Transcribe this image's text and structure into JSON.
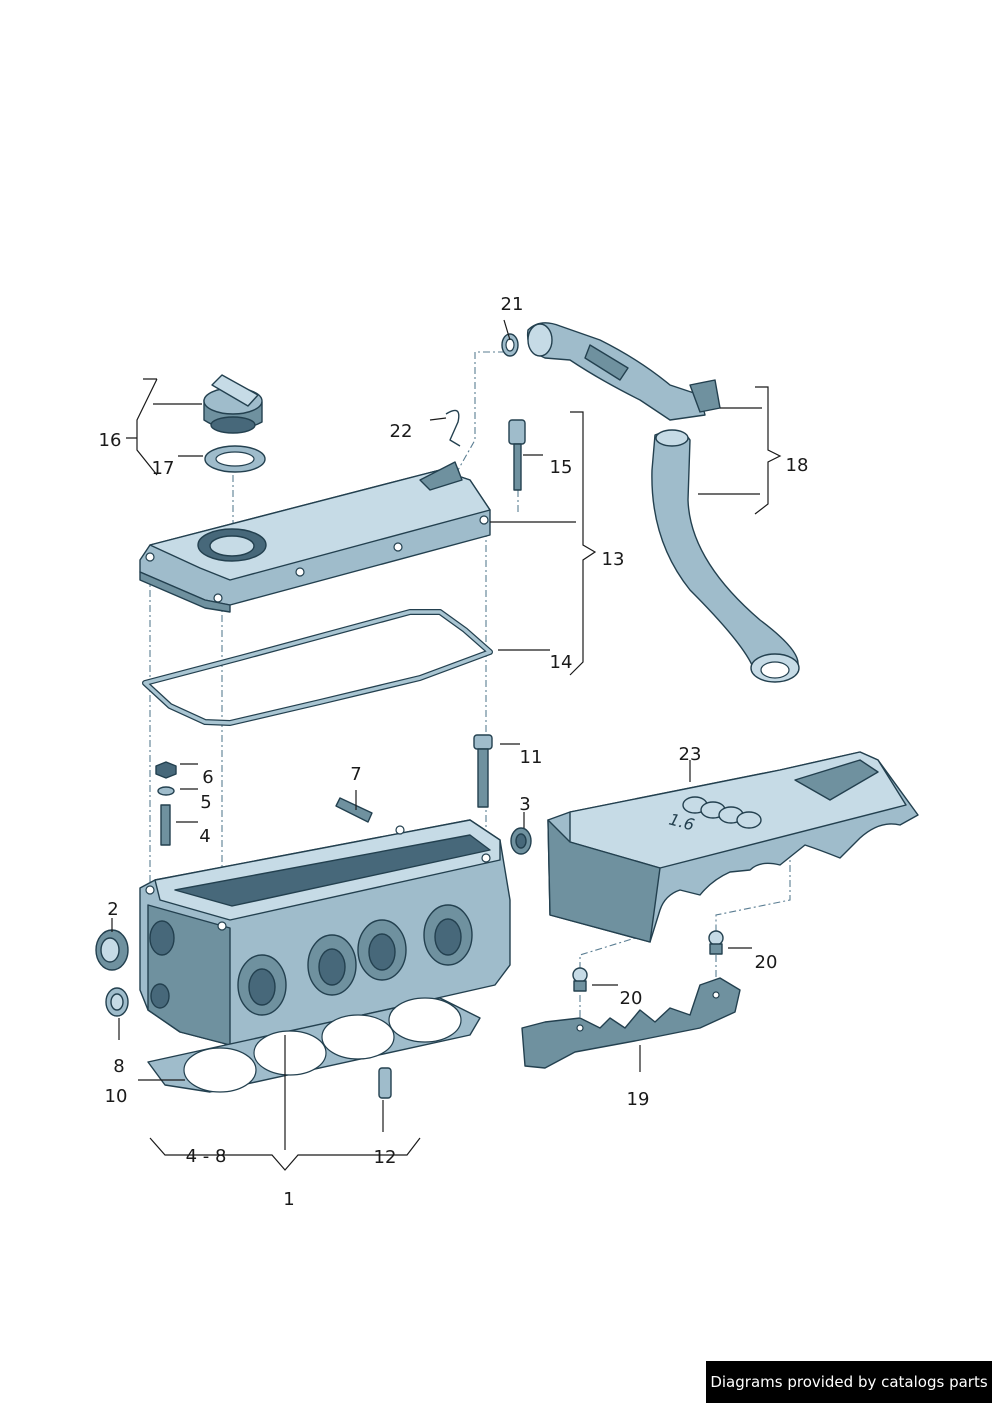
{
  "callouts": {
    "c1": "1",
    "c2": "2",
    "c3": "3",
    "c4": "4",
    "c5": "5",
    "c6": "6",
    "c7": "7",
    "c8": "8",
    "c10": "10",
    "c11": "11",
    "c12": "12",
    "c13": "13",
    "c14": "14",
    "c15": "15",
    "c16": "16",
    "c17": "17",
    "c18": "18",
    "c19": "19",
    "c20a": "20",
    "c20b": "20",
    "c21": "21",
    "c22": "22",
    "c23": "23",
    "c4_8": "4 - 8"
  },
  "footer": {
    "text": "Diagrams provided by catalogs parts"
  },
  "cover_badge": "1.6",
  "colors": {
    "part_fill": "#9fbccb",
    "part_stroke": "#23404f",
    "badge_bg": "#000000"
  }
}
